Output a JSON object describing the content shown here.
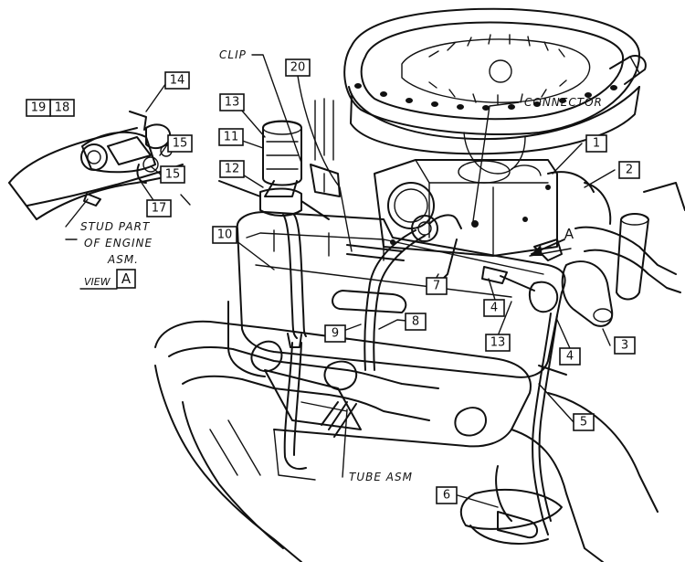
{
  "labels": {
    "clip": "CLIP",
    "connector": "CONNECTOR",
    "tube_asm": "TUBE ASM",
    "stud_line1": "STUD PART",
    "stud_line2": "OF ENGINE",
    "stud_line3": "ASM.",
    "view_word": "VIEW",
    "view_letter": "A",
    "arrow_letter": "A"
  },
  "callouts": {
    "c1": "1",
    "c2": "2",
    "c3": "3",
    "c4a": "4",
    "c4b": "4",
    "c5": "5",
    "c6": "6",
    "c7": "7",
    "c8": "8",
    "c9": "9",
    "c10": "10",
    "c11": "11",
    "c12": "12",
    "c13a": "13",
    "c13b": "13",
    "c14": "14",
    "c15a": "15",
    "c15b": "15",
    "c17": "17",
    "c18": "18",
    "c19": "19",
    "c20": "20"
  }
}
